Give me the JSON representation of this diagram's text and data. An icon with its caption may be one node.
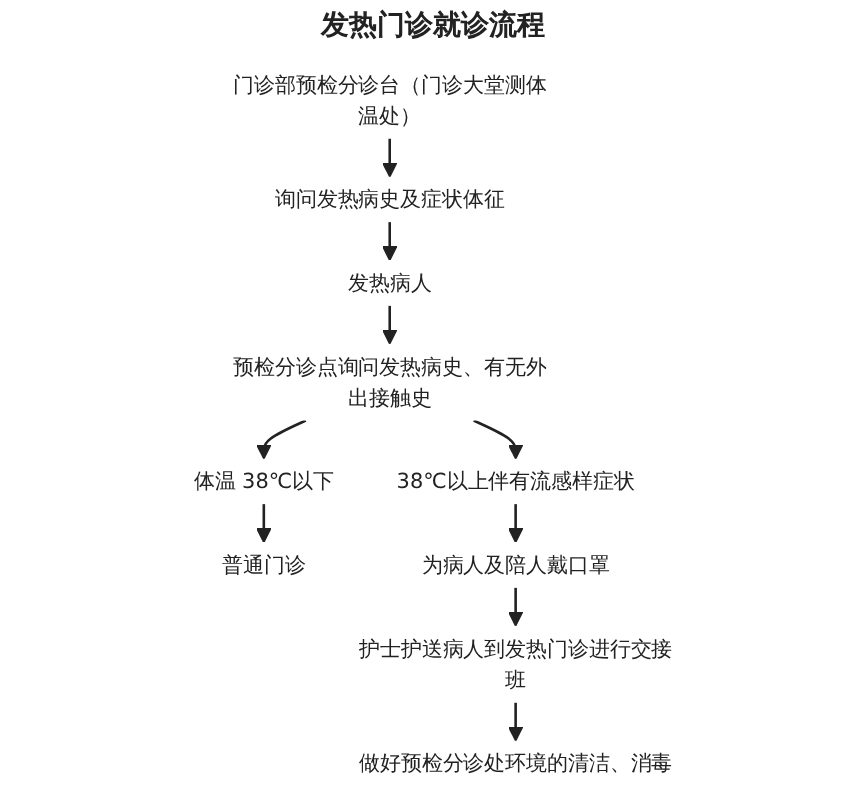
{
  "diagram": {
    "title": "发热门诊就诊流程",
    "nodes": [
      {
        "text": [
          "门诊部预检分诊台（门诊大堂测体温处）"
        ]
      },
      {
        "text": [
          "询问发热病史及症状体征"
        ]
      },
      {
        "text": [
          "发热病人"
        ]
      },
      {
        "text": [
          "预检分诊点询问发热病史、有无外出接触史"
        ]
      },
      {
        "text": [
          "体温 38℃以下"
        ]
      },
      {
        "text": [
          "38℃以上伴有流感样症状"
        ]
      },
      {
        "text": [
          "普通门诊"
        ]
      },
      {
        "text": [
          "为病人及陪人戴口罩"
        ]
      },
      {
        "text": [
          "护士护送病人到发热门诊进行交接班"
        ]
      },
      {
        "text": [
          "做好预检分诊处环境的清洁、消毒"
        ]
      }
    ],
    "edges": [
      {
        "from": 0,
        "to": 1,
        "arrow": "to"
      },
      {
        "from": 1,
        "to": 2,
        "arrow": "to"
      },
      {
        "from": 2,
        "to": 3,
        "arrow": "to"
      },
      {
        "from": 3,
        "to": 4,
        "arrow": "to"
      },
      {
        "from": 3,
        "to": 5,
        "arrow": "to"
      },
      {
        "from": 4,
        "to": 6,
        "arrow": "to"
      },
      {
        "from": 5,
        "to": 7,
        "arrow": "to"
      },
      {
        "from": 7,
        "to": 8,
        "arrow": "to"
      },
      {
        "from": 8,
        "to": 9,
        "arrow": "to"
      }
    ]
  }
}
